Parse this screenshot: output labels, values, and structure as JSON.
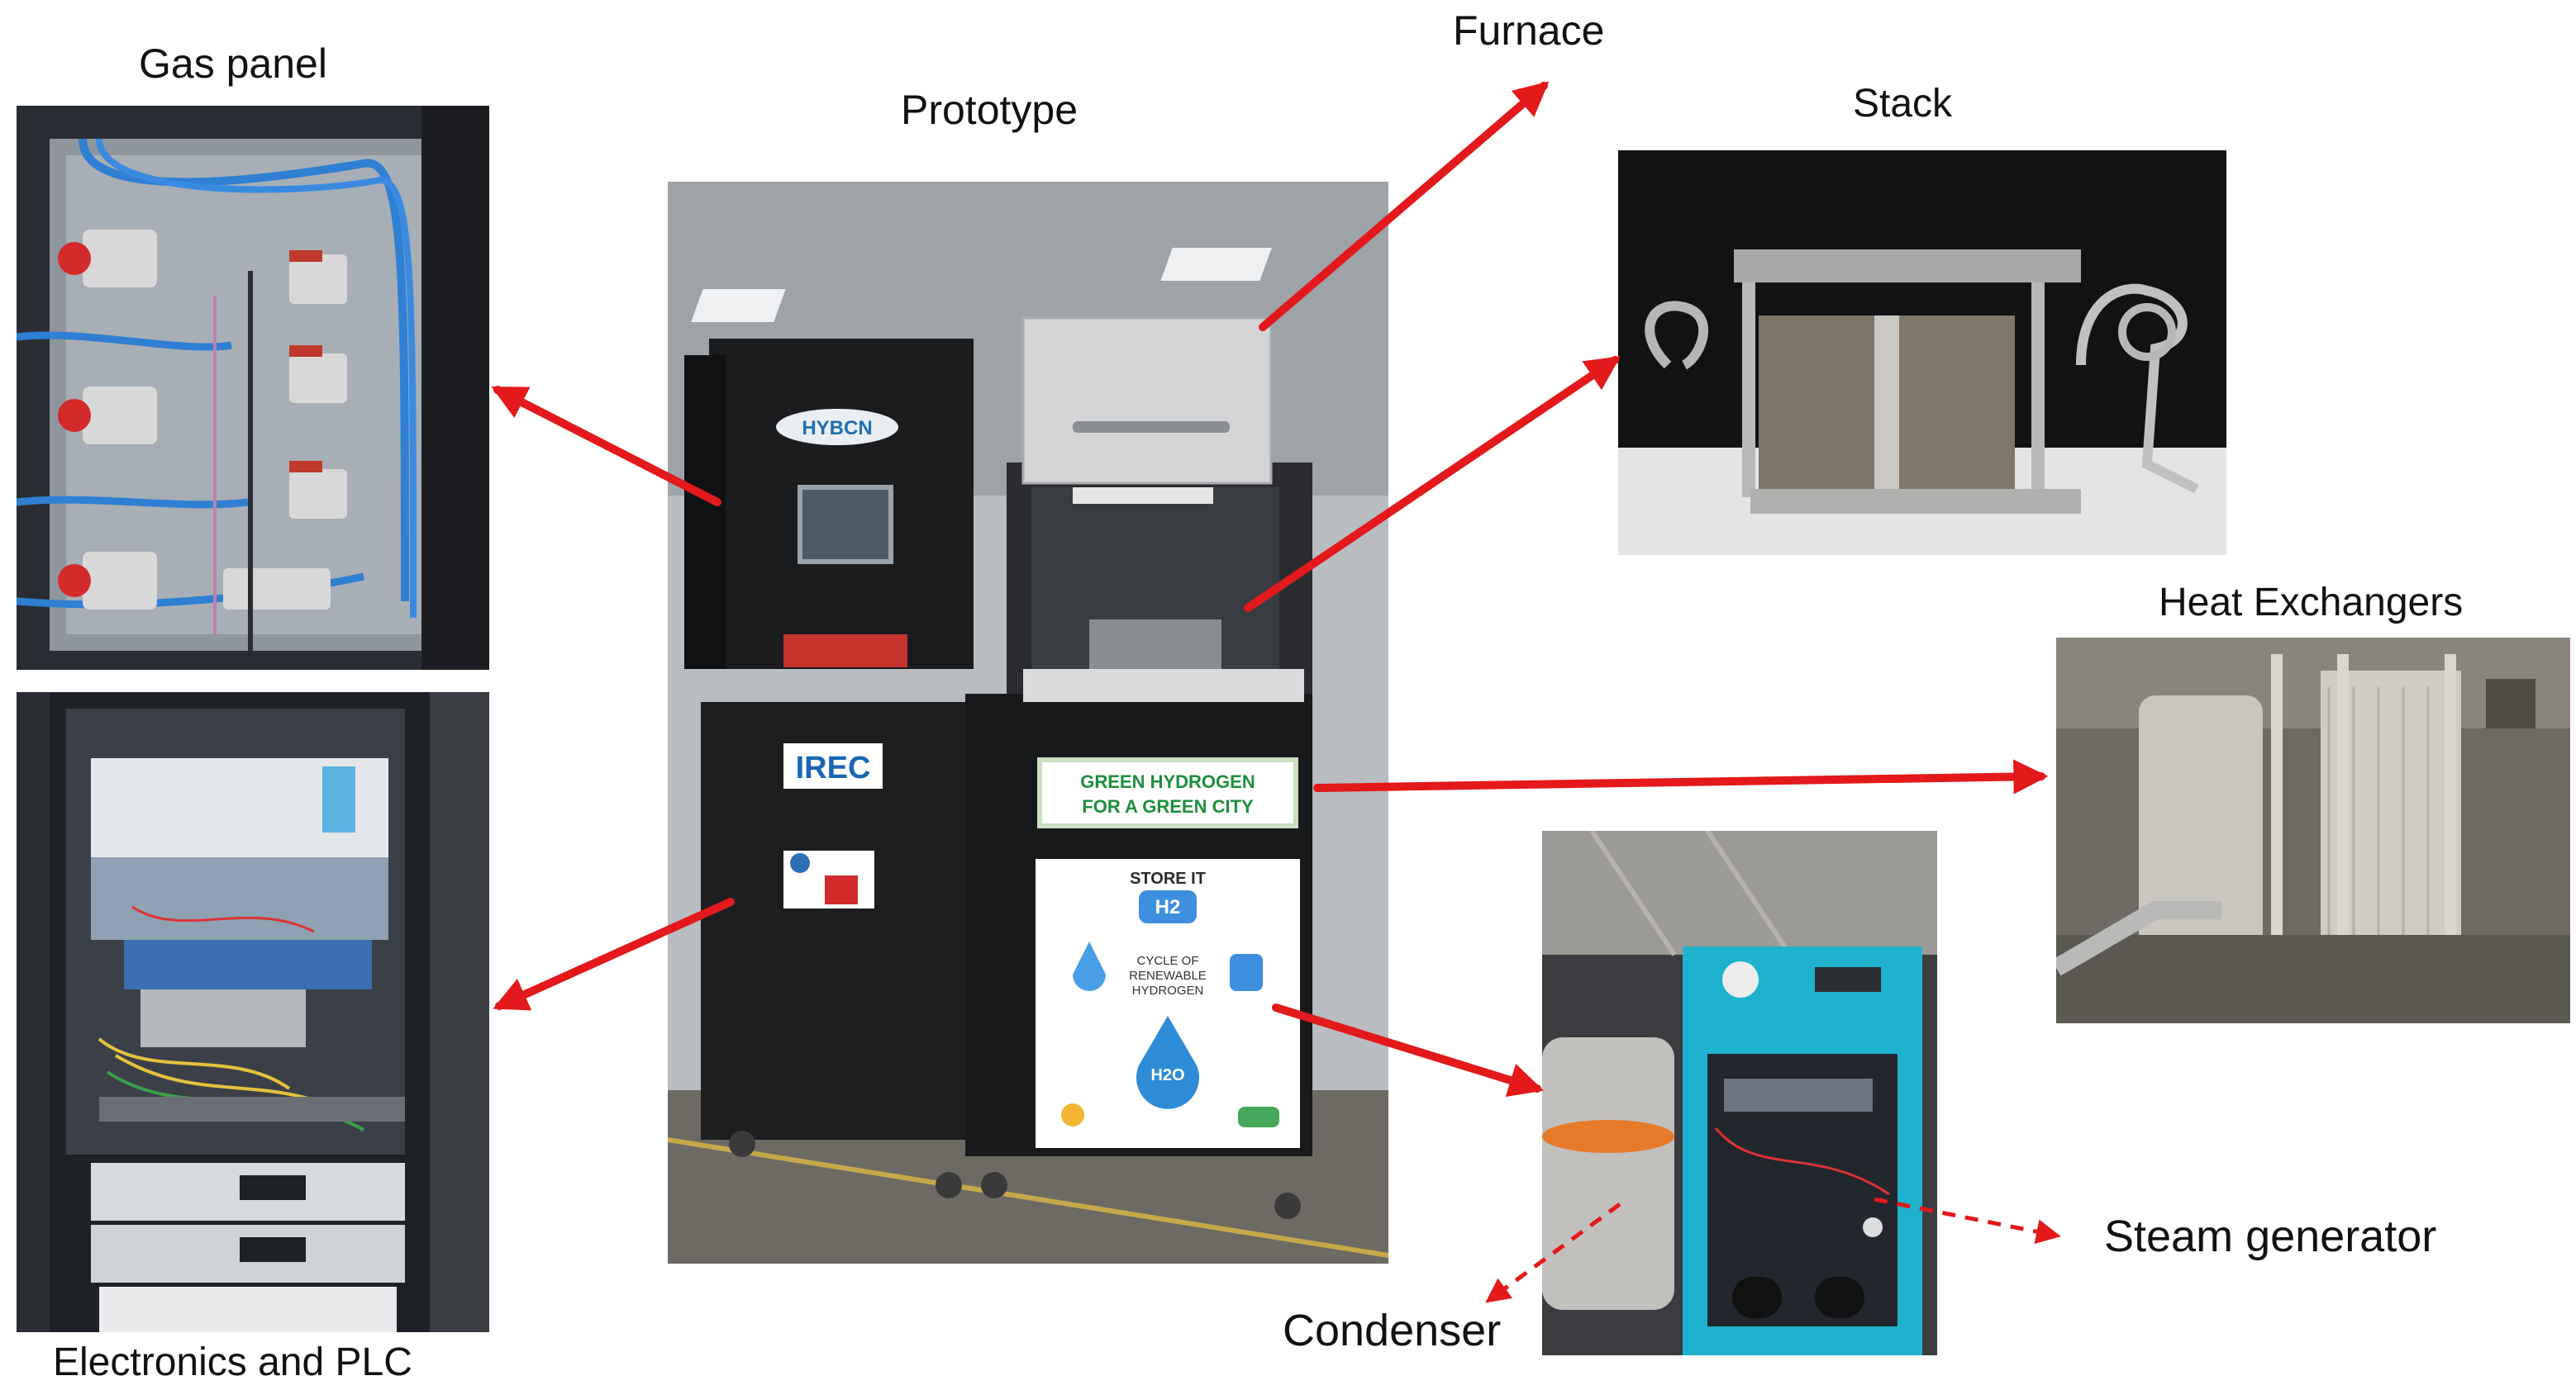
{
  "labels": {
    "gas_panel": "Gas panel",
    "prototype": "Prototype",
    "furnace": "Furnace",
    "stack": "Stack",
    "heat_exchangers": "Heat Exchangers",
    "electronics": "Electronics and PLC",
    "condenser": "Condenser",
    "steam_generator": "Steam generator"
  },
  "prototype": {
    "logo_hybcn": "HYBCN",
    "logo_irec": "IREC",
    "banner_line1": "GREEN HYDROGEN",
    "banner_line2": "FOR A GREEN CITY",
    "poster_title": "STORE IT",
    "poster_h2": "H2",
    "poster_cycle_1": "CYCLE OF",
    "poster_cycle_2": "RENEWABLE",
    "poster_cycle_3": "HYDROGEN",
    "poster_h2o": "H2O"
  },
  "colors": {
    "arrow": "#e3191b",
    "cabinet": "#1b1c1e",
    "steam_body": "#1fb2cf",
    "furnace_insulation": "#d3d4d6"
  }
}
